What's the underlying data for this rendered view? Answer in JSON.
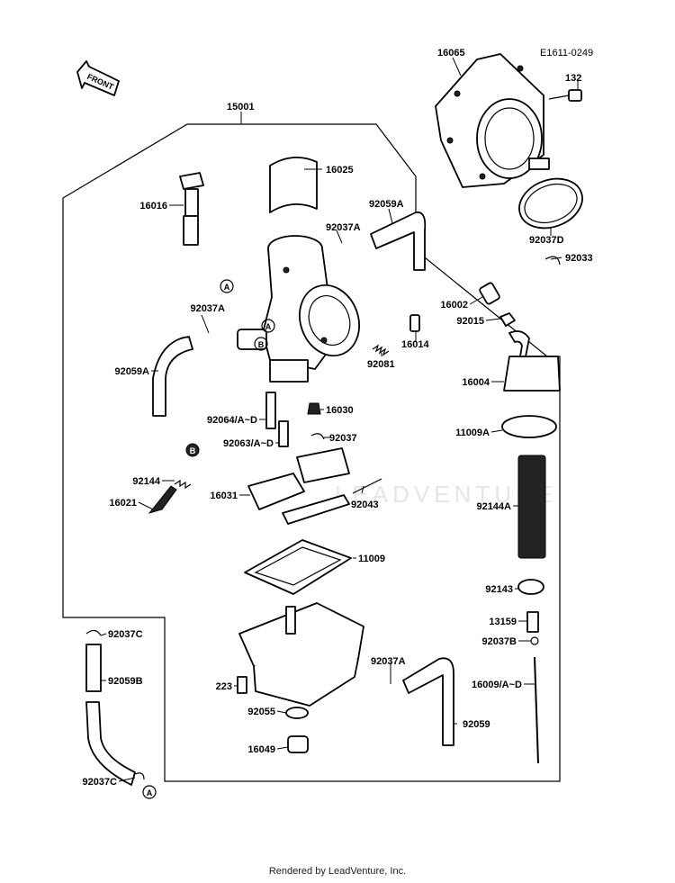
{
  "diagram": {
    "code": "E1611-0249",
    "front_label": "FRONT",
    "watermark": "LEADVENTURE",
    "parts": {
      "p15001": "15001",
      "p16065": "16065",
      "p132": "132",
      "p16025": "16025",
      "p16016": "16016",
      "p92037A_a": "92037A",
      "p92059A_a": "92059A",
      "p92037D": "92037D",
      "p92033": "92033",
      "p16002": "16002",
      "p92037A_b": "92037A",
      "p92015": "92015",
      "p16014": "16014",
      "p92059A_b": "92059A",
      "p92081": "92081",
      "p16004": "16004",
      "p16030": "16030",
      "p92064": "92064/A~D",
      "p92063": "92063/A~D",
      "p92037": "92037",
      "p11009A": "11009A",
      "p92144": "92144",
      "p16031": "16031",
      "p92043": "92043",
      "p16021": "16021",
      "p92144A": "92144A",
      "p11009": "11009",
      "p92143": "92143",
      "p92037C_a": "92037C",
      "p13159": "13159",
      "p92037B": "92037B",
      "p92059B": "92059B",
      "p92037A_c": "92037A",
      "p223": "223",
      "p16009": "16009/A~D",
      "p92055": "92055",
      "p92059": "92059",
      "p16049": "16049",
      "p92037C_b": "92037C"
    },
    "callouts": {
      "A": "A",
      "B": "B"
    }
  },
  "footer": {
    "text": "Rendered by LeadVenture, Inc."
  }
}
